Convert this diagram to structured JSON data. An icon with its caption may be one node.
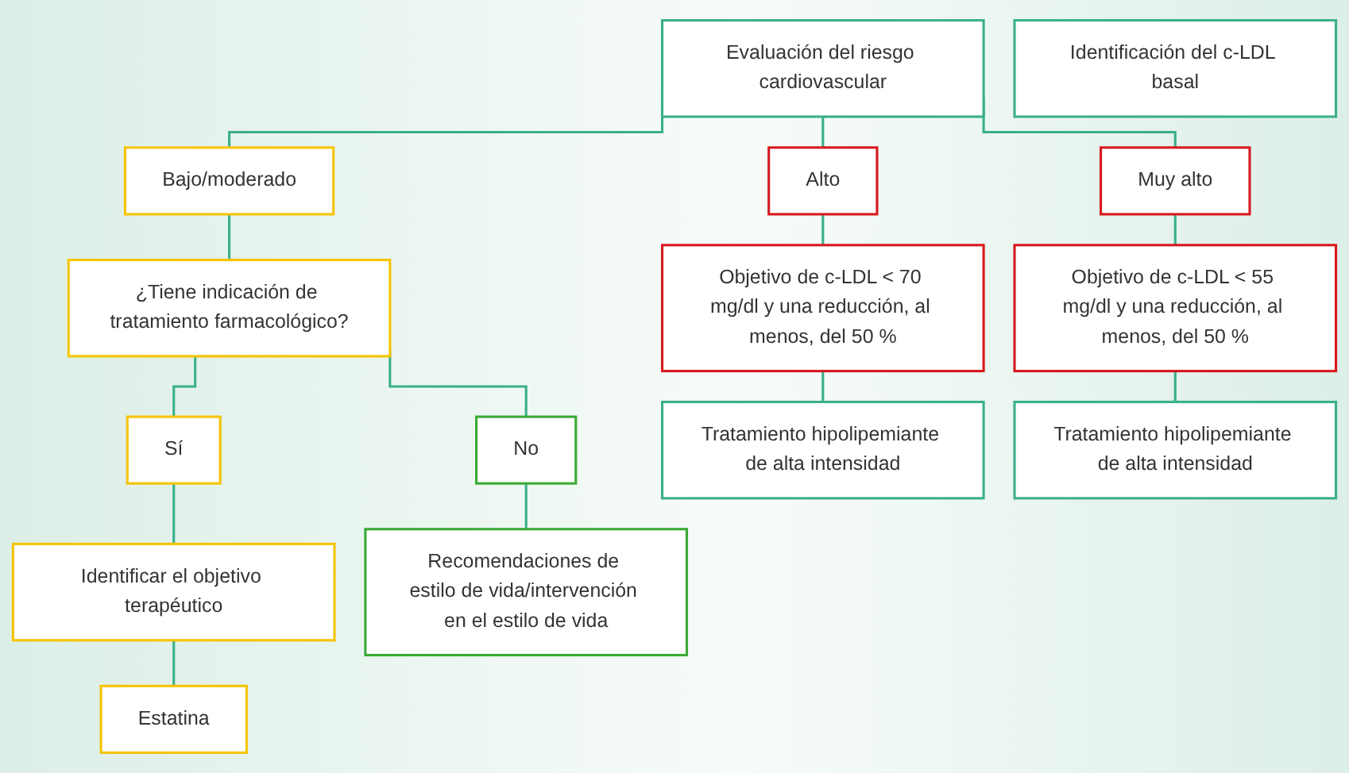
{
  "diagram": {
    "nodes": [
      {
        "text": [
          "Identificación del c-LDL basal"
        ]
      },
      {
        "text": [
          "Evaluación del riesgo cardiovascular"
        ]
      },
      {
        "text": [
          "Bajo/moderado"
        ]
      },
      {
        "text": [
          "Alto"
        ]
      },
      {
        "text": [
          "Muy alto"
        ]
      },
      {
        "text": [
          "¿Tiene indicación de tratamiento farmacológico?"
        ]
      },
      {
        "text": [
          "Objetivo de c-LDL < 70 mg/dl y una reducción, al menos, del 50 %"
        ]
      },
      {
        "text": [
          "Objetivo de c-LDL < 55 mg/dl y una reducción, al menos, del 50 %"
        ]
      },
      {
        "text": [
          "Sí"
        ]
      },
      {
        "text": [
          "No"
        ]
      },
      {
        "text": [
          "Tratamiento hipolipemiante de alta intensidad"
        ]
      },
      {
        "text": [
          "Tratamiento hipolipemiante de alta intensidad"
        ]
      },
      {
        "text": [
          "Identificar el objetivo terapéutico"
        ]
      },
      {
        "text": [
          "Recomendaciones de estilo de vida/intervención en el estilo de vida"
        ]
      },
      {
        "text": [
          "Estatina"
        ]
      }
    ],
    "edges": [
      {
        "from": 1,
        "to": 2,
        "arrow": "none"
      },
      {
        "from": 1,
        "to": 3,
        "arrow": "none"
      },
      {
        "from": 1,
        "to": 4,
        "arrow": "none"
      },
      {
        "from": 2,
        "to": 5,
        "arrow": "none"
      },
      {
        "from": 3,
        "to": 6,
        "arrow": "none"
      },
      {
        "from": 4,
        "to": 7,
        "arrow": "none"
      },
      {
        "from": 5,
        "to": 8,
        "arrow": "none"
      },
      {
        "from": 5,
        "to": 9,
        "arrow": "none"
      },
      {
        "from": 6,
        "to": 10,
        "arrow": "none"
      },
      {
        "from": 7,
        "to": 11,
        "arrow": "none"
      },
      {
        "from": 8,
        "to": 12,
        "arrow": "none"
      },
      {
        "from": 9,
        "to": 13,
        "arrow": "none"
      },
      {
        "from": 12,
        "to": 14,
        "arrow": "none"
      }
    ]
  }
}
